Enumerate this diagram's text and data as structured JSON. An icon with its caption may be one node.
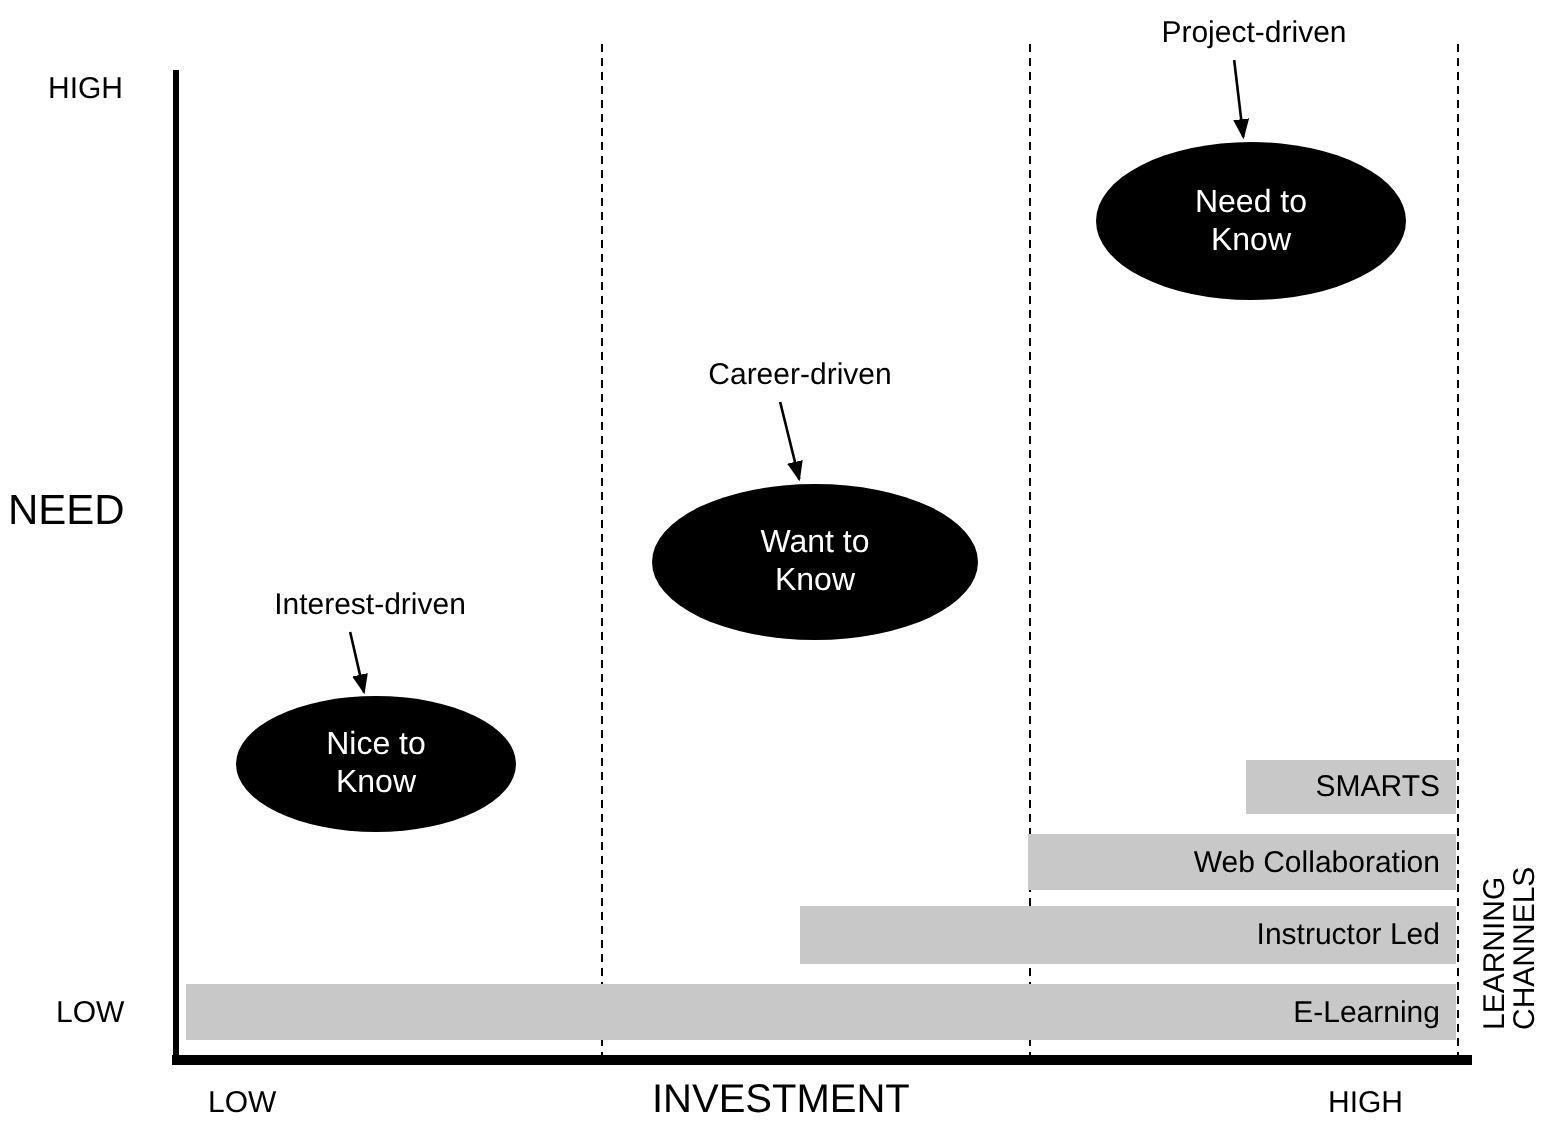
{
  "diagram": {
    "nodes": [
      {
        "text": [
          "Interest-driven"
        ]
      },
      {
        "text": [
          "Nice to Know"
        ]
      },
      {
        "text": [
          "Career-driven"
        ]
      },
      {
        "text": [
          "Want to Know"
        ]
      },
      {
        "text": [
          "Project-driven"
        ]
      },
      {
        "text": [
          "Need to Know"
        ]
      },
      {
        "text": [
          "SMARTS"
        ]
      },
      {
        "text": [
          "Web Collaboration"
        ]
      },
      {
        "text": [
          "Instructor Led"
        ]
      },
      {
        "text": [
          "E-Learning"
        ]
      }
    ],
    "edges": [
      {
        "from": 0,
        "to": 1,
        "arrow": "to"
      },
      {
        "from": 2,
        "to": 3,
        "arrow": "to"
      },
      {
        "from": 4,
        "to": 5,
        "arrow": "to"
      }
    ],
    "labels": [
      "HIGH",
      "NEED",
      "LOW",
      "LEARNING CHANNELS",
      "LOW",
      "INVESTMENT",
      "HIGH"
    ]
  }
}
